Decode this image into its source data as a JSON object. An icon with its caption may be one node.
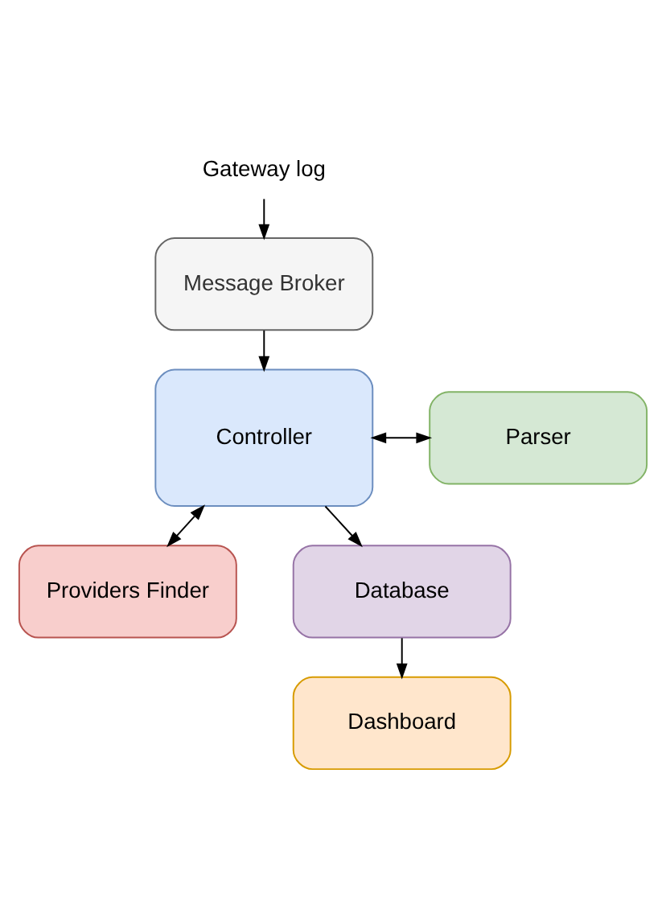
{
  "diagram": {
    "nodes": [
      {
        "text": [
          "Gateway log"
        ]
      },
      {
        "text": [
          "Message Broker"
        ]
      },
      {
        "text": [
          "Controller"
        ]
      },
      {
        "text": [
          "Parser"
        ]
      },
      {
        "text": [
          "Providers Finder"
        ]
      },
      {
        "text": [
          "Database"
        ]
      },
      {
        "text": [
          "Dashboard"
        ]
      }
    ],
    "edges": [
      {
        "from": 0,
        "to": 1,
        "arrow": "to"
      },
      {
        "from": 1,
        "to": 2,
        "arrow": "to"
      },
      {
        "from": 2,
        "to": 3,
        "arrow": "both"
      },
      {
        "from": 2,
        "to": 4,
        "arrow": "both"
      },
      {
        "from": 2,
        "to": 5,
        "arrow": "to"
      },
      {
        "from": 5,
        "to": 6,
        "arrow": "to"
      }
    ]
  }
}
